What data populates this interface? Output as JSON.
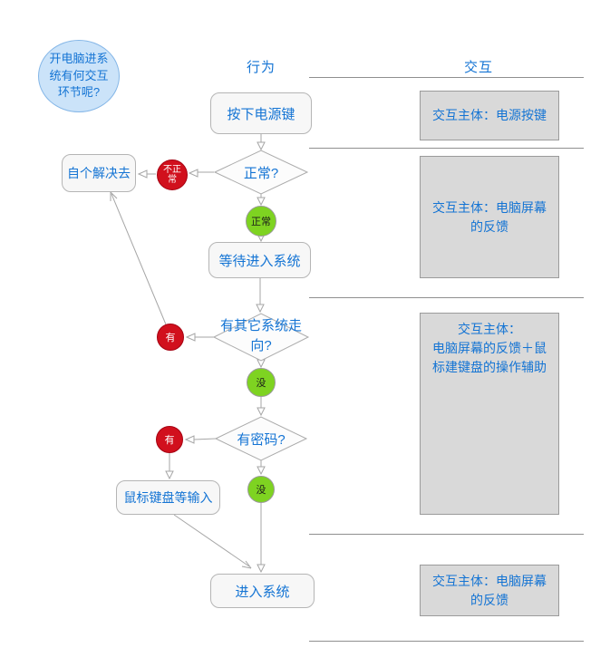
{
  "colors": {
    "accent_blue": "#1474d4",
    "node_red": "#d1101d",
    "node_green": "#7ed321",
    "panel_gray": "#d9d9d9",
    "line_gray": "#a6a6a6"
  },
  "headers": {
    "behavior_label": "行为",
    "interaction_label": "交互"
  },
  "start_node": {
    "label": "开电脑进系\n统有何交互\n环节呢?"
  },
  "nodes": {
    "press_power": {
      "label": "按下电源键"
    },
    "decide_normal": {
      "label": "正常?"
    },
    "badge_abnormal": {
      "label": "不正\n常"
    },
    "badge_normal": {
      "label": "正常"
    },
    "solve_yourself": {
      "label": "自个解决去"
    },
    "wait_enter": {
      "label": "等待进入系统"
    },
    "decide_other_os": {
      "label": "有其它系统走\n向?"
    },
    "badge_have_os": {
      "label": "有"
    },
    "badge_no_os": {
      "label": "没"
    },
    "decide_password": {
      "label": "有密码?"
    },
    "badge_have_pwd": {
      "label": "有"
    },
    "badge_no_pwd": {
      "label": "没"
    },
    "mouse_keyboard": {
      "label": "鼠标键盘等输入"
    },
    "enter_system": {
      "label": "进入系统"
    }
  },
  "panels": [
    {
      "label": "交互主体：电源按键"
    },
    {
      "label": "交互主体：电脑屏幕\n的反馈"
    },
    {
      "label": "交互主体：\n电脑屏幕的反馈＋鼠\n标建键盘的操作辅助"
    },
    {
      "label": "交互主体：电脑屏幕\n的反馈"
    }
  ]
}
